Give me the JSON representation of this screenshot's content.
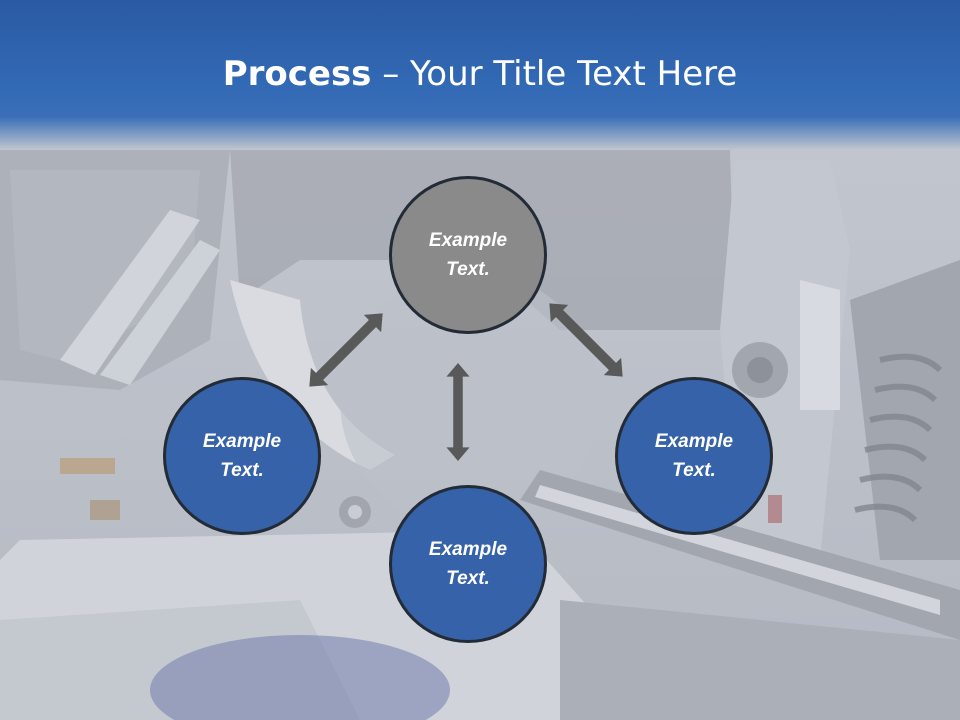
{
  "slide": {
    "title_bold": "Process",
    "title_rest": " – Your Title Text Here"
  },
  "nodes": {
    "top": {
      "line1": "Example",
      "line2": "Text.",
      "color": "#8a8a8a"
    },
    "left": {
      "line1": "Example",
      "line2": "Text.",
      "color": "#3562a8"
    },
    "right": {
      "line1": "Example",
      "line2": "Text.",
      "color": "#3562a8"
    },
    "bottom": {
      "line1": "Example",
      "line2": "Text.",
      "color": "#3562a8"
    }
  },
  "colors": {
    "header": "#2a5aa3",
    "arrow": "#595959",
    "circle_border": "#232b37"
  },
  "icons": {
    "arrows": "double-headed-arrow-icon"
  }
}
